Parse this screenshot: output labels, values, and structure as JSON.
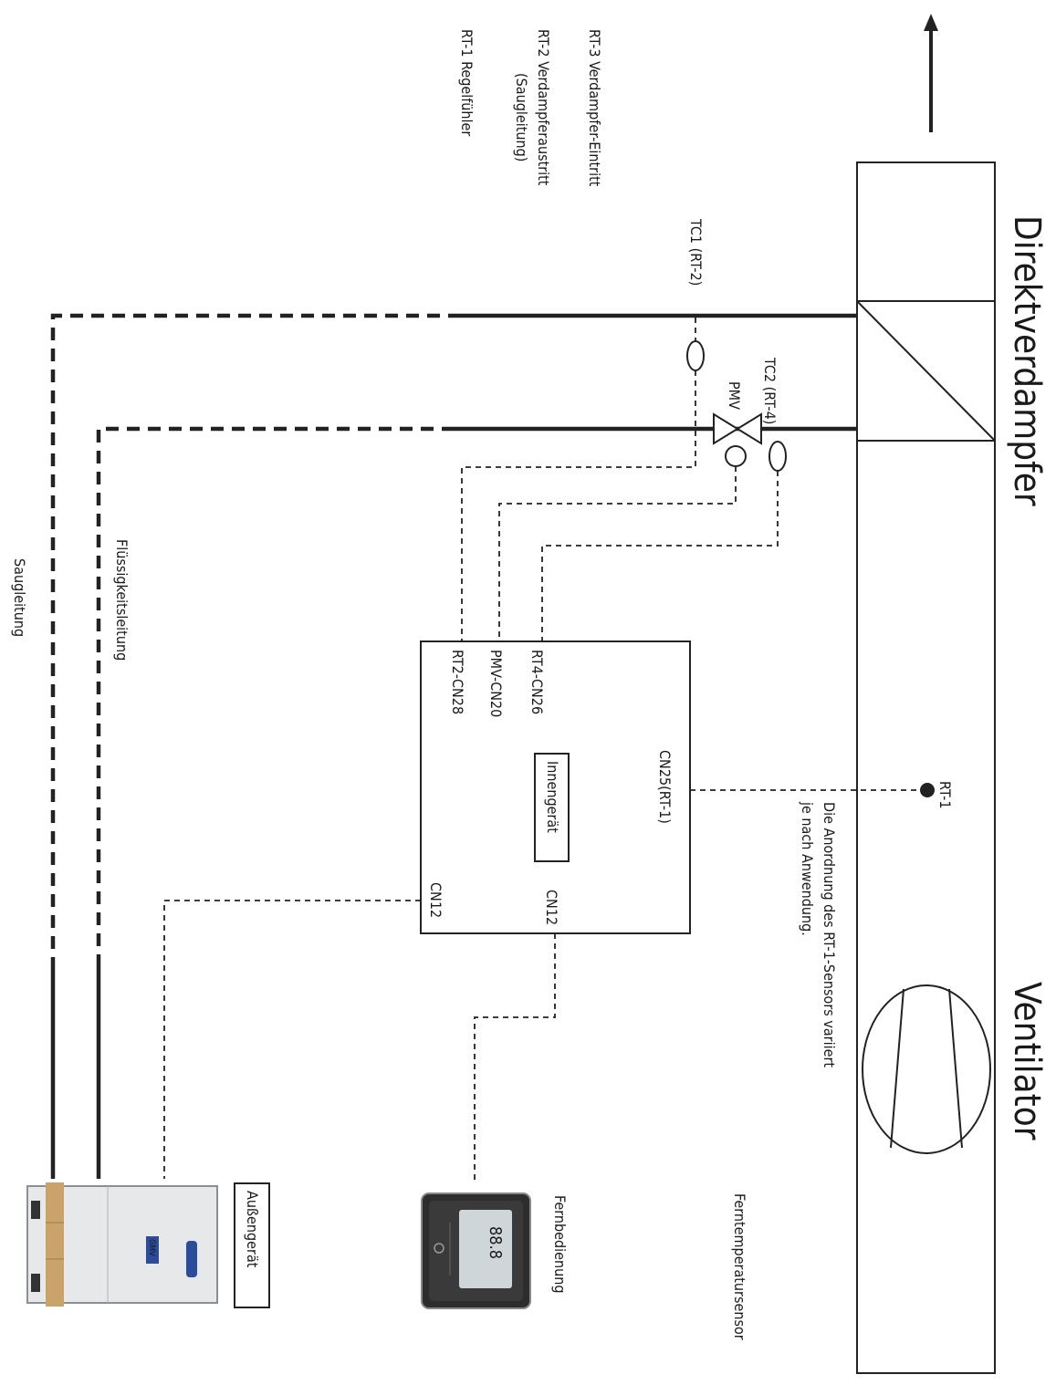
{
  "title": "Direktverdampfer",
  "fan_label": "Ventilator",
  "legend": [
    "RT-3  Verdampfer-Eintritt",
    "RT-2  Verdampferaustritt",
    "(Saugleitung)",
    "RT-1  Regelfühler"
  ],
  "sensors": {
    "tc1": "TC1 (RT-2)",
    "tc2": "TC2 (RT-4)",
    "pmv": "PMV",
    "rt1": "RT-1",
    "rt1_note_1": "Die Anordnung des RT-1-Sensors variiert",
    "rt1_note_2": "je nach Anwendung."
  },
  "indoor_unit": {
    "label": "Innengerät",
    "connectors": {
      "rt4": "RT4-CN26",
      "pmv": "PMV-CN20",
      "rt2": "RT2-CN28",
      "cn25": "CN25(RT-1)",
      "cn12_remote": "CN12",
      "cn12_outdoor": "CN12"
    }
  },
  "lines": {
    "liquid": "Flüssigkeitsleitung",
    "suction": "Saugleitung"
  },
  "remote_control": {
    "label": "Fernbedienung",
    "display": "88.8"
  },
  "remote_sensor": "Ferntemperatursensor",
  "outdoor_unit": {
    "label": "Außengerät",
    "brand": "GMV"
  }
}
